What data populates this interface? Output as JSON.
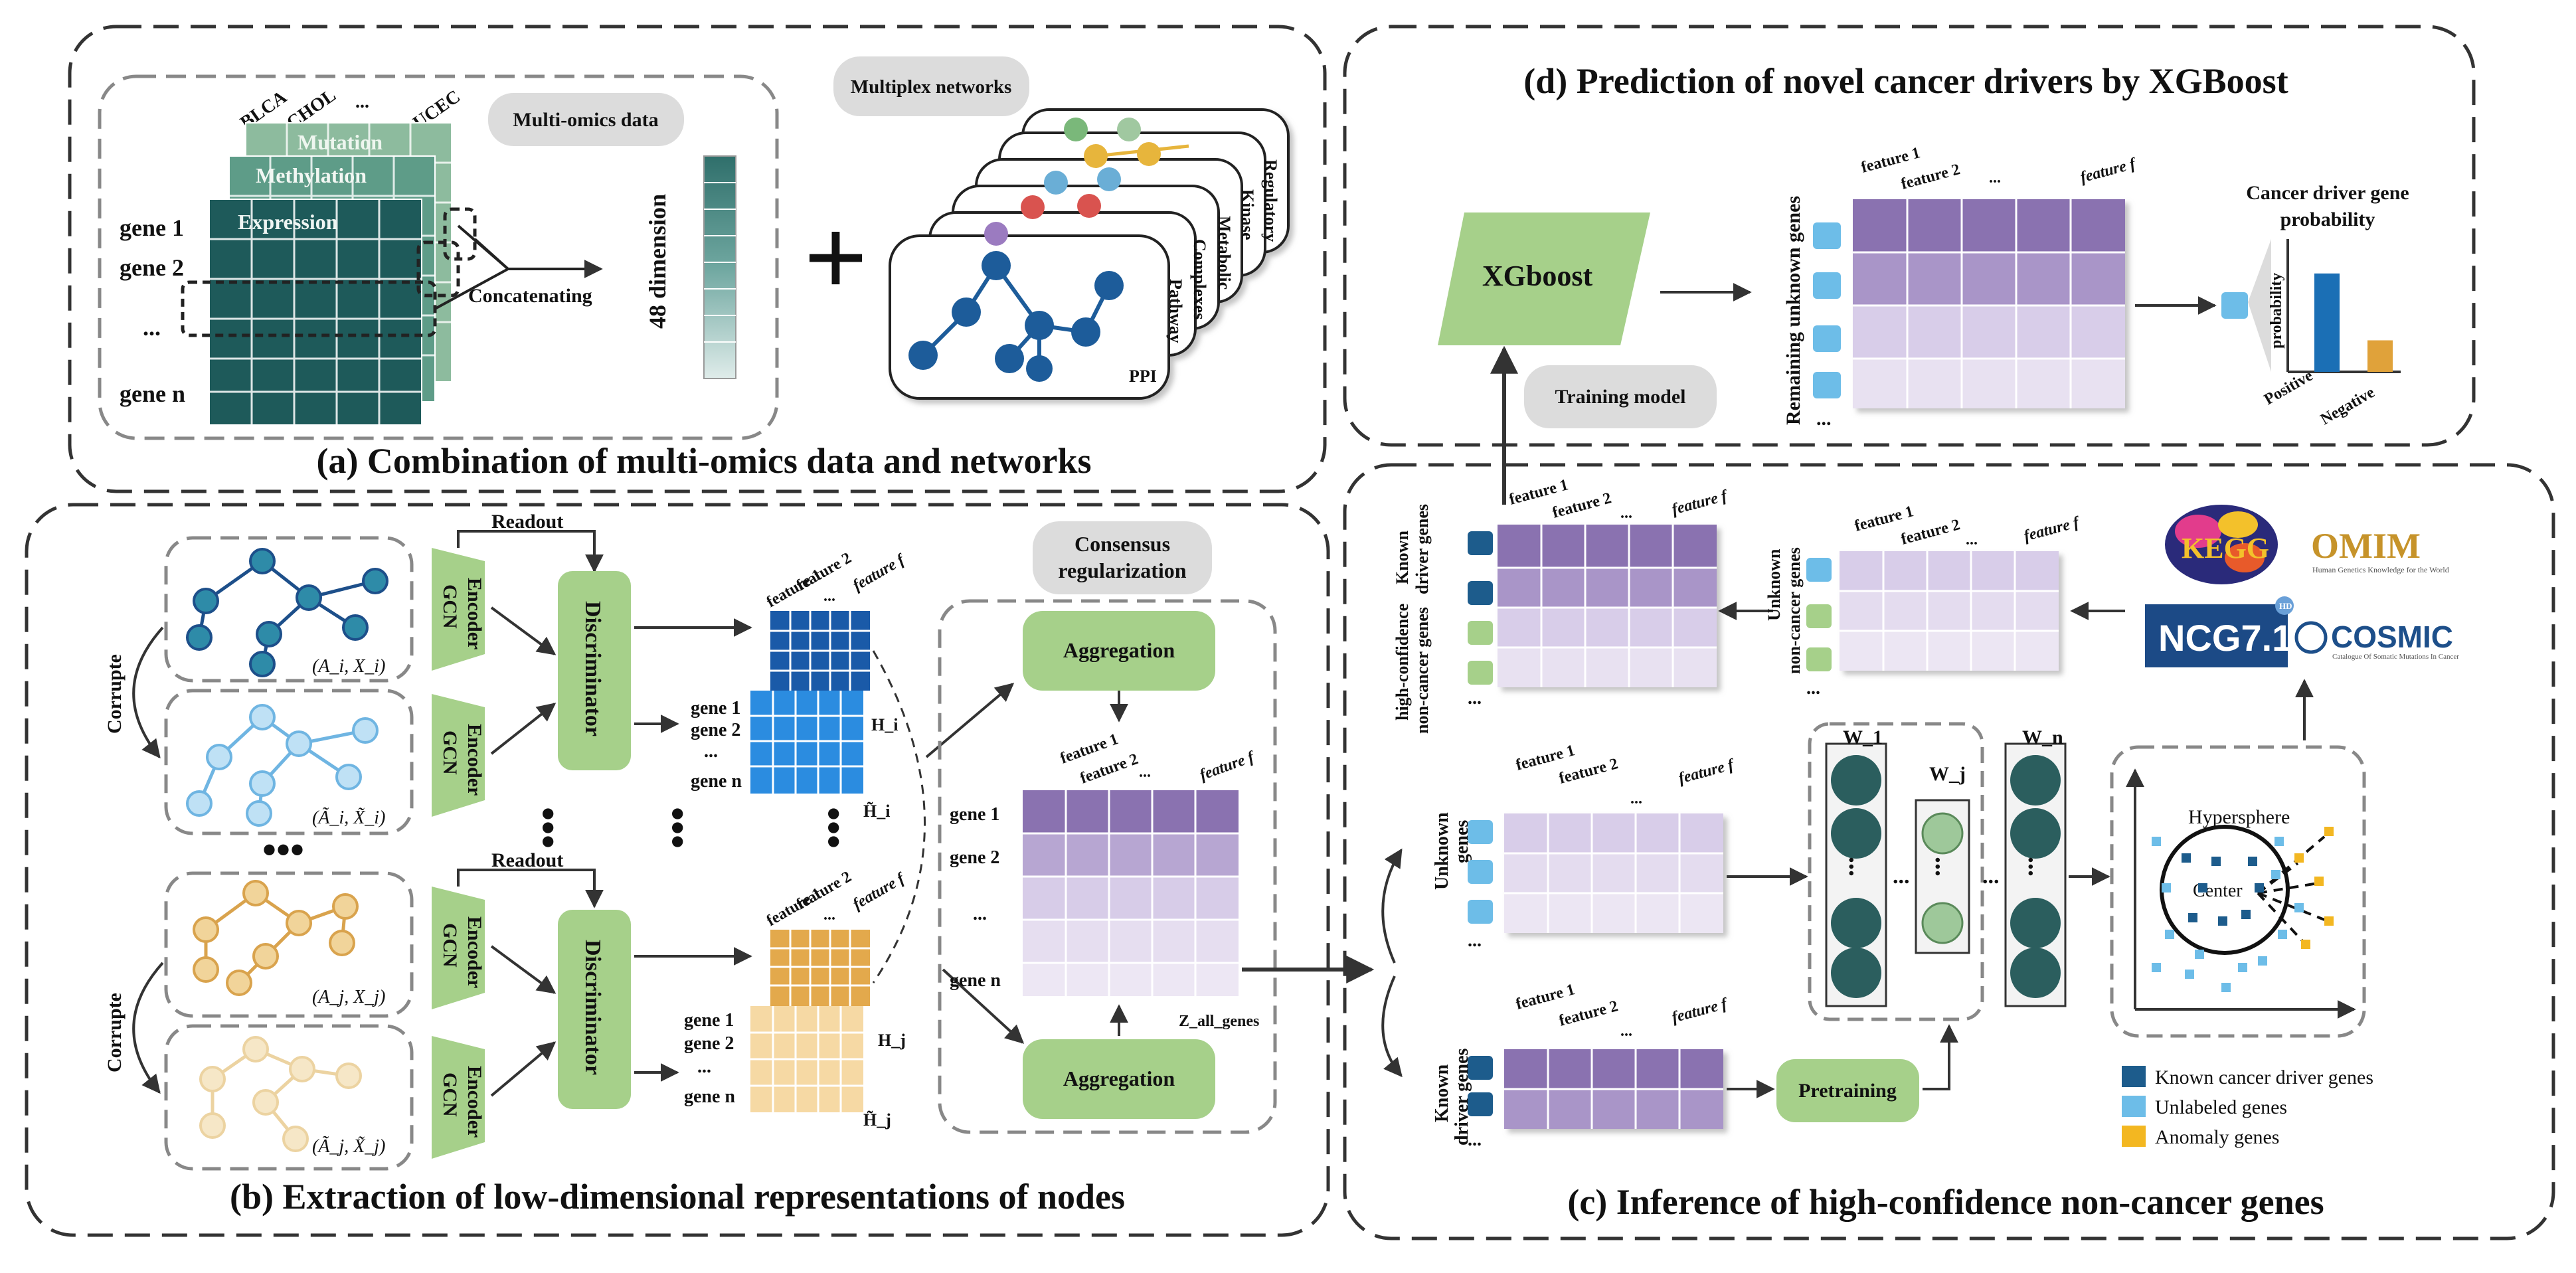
{
  "panels": {
    "a_title": "(a)  Combination of multi-omics data and networks",
    "b_title": "(b)  Extraction of low-dimensional representations of nodes",
    "c_title": "(c)  Inference of high-confidence non-cancer genes",
    "d_title": "(d)  Prediction of novel cancer drivers by XGBoost"
  },
  "panel_a": {
    "cancer_types": [
      "BLCA",
      "CHOL",
      "...",
      "UCEC"
    ],
    "layers": [
      "Mutation",
      "Methylation",
      "Expression"
    ],
    "genes": [
      "gene 1",
      "gene 2",
      "...",
      "gene n"
    ],
    "multiomics_label": "Multi-omics data",
    "concat_label": "Concatenating",
    "dimension_label": "48 dimension",
    "plus": "+",
    "multiplex_label": "Multiplex networks",
    "networks": [
      "Regulatory",
      "Kinase",
      "Metabolic",
      "Complexes",
      "Pathway",
      "PPI"
    ]
  },
  "panel_b": {
    "corrupte": "Corrupte",
    "graph_i": "(A_i, X_i)",
    "graph_i_corrupt": "(Ã_i, X̃_i)",
    "graph_j": "(A_j, X_j)",
    "graph_j_corrupt": "(Ã_j, X̃_j)",
    "encoder": "Encoder",
    "gcn": "GCN",
    "readout": "Readout",
    "discriminator": "Discriminator",
    "features": [
      "feature 1",
      "feature 2",
      "...",
      "feature f"
    ],
    "genes": [
      "gene 1",
      "gene 2",
      "...",
      "gene n"
    ],
    "h_i": "H_i",
    "h_i_tilde": "H̃_i",
    "h_j": "H_j",
    "h_j_tilde": "H̃_j",
    "consensus": [
      "Consensus",
      "regularization"
    ],
    "aggregation": "Aggregation",
    "z_label": "Z_all_genes",
    "dots": "•••"
  },
  "panel_c": {
    "known_driver": [
      "Known",
      "driver genes"
    ],
    "hc_noncancer": [
      "high-confidence",
      "non-cancer genes"
    ],
    "unknown_genes": [
      "Unknown",
      "genes"
    ],
    "unknown_noncancer": [
      "Unknown",
      "non-cancer genes"
    ],
    "features": [
      "feature 1",
      "feature 2",
      "...",
      "feature f"
    ],
    "pretraining": "Pretraining",
    "w1": "W_1",
    "wj": "W_j",
    "wn": "W_n",
    "hypersphere": "Hypersphere",
    "center": "Center",
    "legend": [
      "Known cancer driver genes",
      "Unlabeled genes",
      "Anomaly  genes"
    ],
    "legend_colors": [
      "#1d5c8c",
      "#6dbde8",
      "#f3b721"
    ],
    "sources": {
      "kegg": "KEGG",
      "omim": "OMIM",
      "omim_sub": "Human Genetics Knowledge for the World",
      "ncg": "NCG7.1",
      "ncg_hd": "HD",
      "cosmic": "COSMIC",
      "cosmic_sub": "Catalogue Of Somatic Mutations In Cancer"
    },
    "ellipsis": "..."
  },
  "panel_d": {
    "xgboost": "XGboost",
    "training": "Training model",
    "remaining": "Remaining unknown genes",
    "features": [
      "feature 1",
      "feature 2",
      "...",
      "feature f"
    ],
    "prob_title": [
      "Cancer driver gene",
      "probability"
    ],
    "prob_axis": "probability",
    "positive": "Positive",
    "negative": "Negative",
    "ellipsis": "..."
  },
  "chart_data": {
    "type": "bar",
    "categories": [
      "Positive",
      "Negative"
    ],
    "values": [
      0.78,
      0.25
    ],
    "ylabel": "probability",
    "colors": [
      "#1b6fb5",
      "#e0a23a"
    ]
  },
  "colors": {
    "green": "#a6d08a",
    "dark_teal": "#2b5e5e",
    "blue_grid": "#1a73c7",
    "gold_grid": "#e6b35a",
    "purple": "#8a72b0",
    "light_purple": "#ddd3ea"
  }
}
